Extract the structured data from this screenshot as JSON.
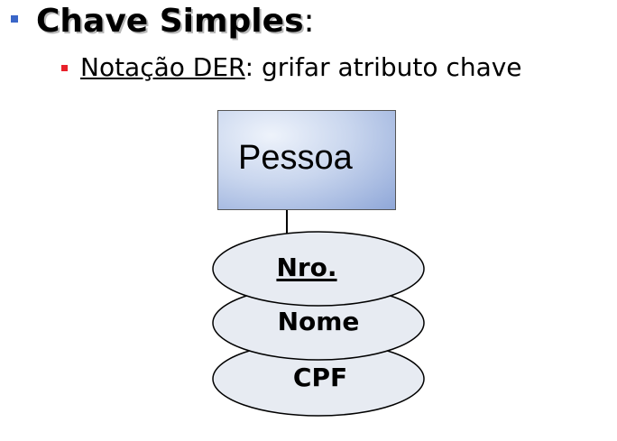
{
  "slide": {
    "heading": {
      "bold_text": "Chave Simples",
      "suffix": ":"
    },
    "subpoint": {
      "underlined_text": "Notação DER",
      "rest_text": ": grifar atributo chave"
    }
  },
  "diagram": {
    "entity": {
      "label": "Pessoa"
    },
    "attributes": [
      {
        "label": "Nro.",
        "is_key": true
      },
      {
        "label": "Nome",
        "is_key": false
      },
      {
        "label": "CPF",
        "is_key": false
      }
    ]
  },
  "colors": {
    "bullet_level1": "#3a66c8",
    "bullet_level2": "#e8212a",
    "entity_fill_dark": "#8fa7d8",
    "entity_fill_light": "#eef3fb"
  }
}
